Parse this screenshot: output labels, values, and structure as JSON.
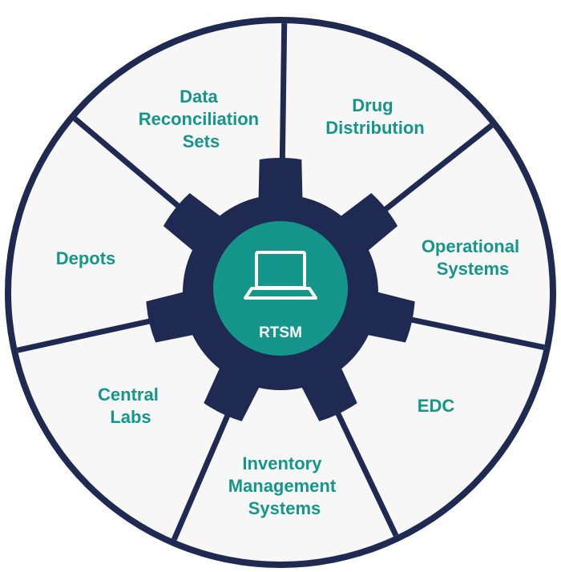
{
  "diagram": {
    "center": {
      "label": "RTSM",
      "icon": "laptop-icon"
    },
    "segments": [
      {
        "id": "data-reconciliation-sets",
        "lines": [
          "Data",
          "Reconciliation",
          "Sets"
        ]
      },
      {
        "id": "drug-distribution",
        "lines": [
          "Drug",
          "Distribution"
        ]
      },
      {
        "id": "operational-systems",
        "lines": [
          "Operational",
          "Systems"
        ]
      },
      {
        "id": "edc",
        "lines": [
          "EDC"
        ]
      },
      {
        "id": "inventory-management-systems",
        "lines": [
          "Inventory",
          "Management",
          "Systems"
        ]
      },
      {
        "id": "central-labs",
        "lines": [
          "Central",
          "Labs"
        ]
      },
      {
        "id": "depots",
        "lines": [
          "Depots"
        ]
      }
    ],
    "colors": {
      "navy": "#1f2a52",
      "teal": "#14968a",
      "segment_fill": "#f7f7f7",
      "segment_text": "#14968a",
      "center_text": "#ffffff"
    }
  }
}
